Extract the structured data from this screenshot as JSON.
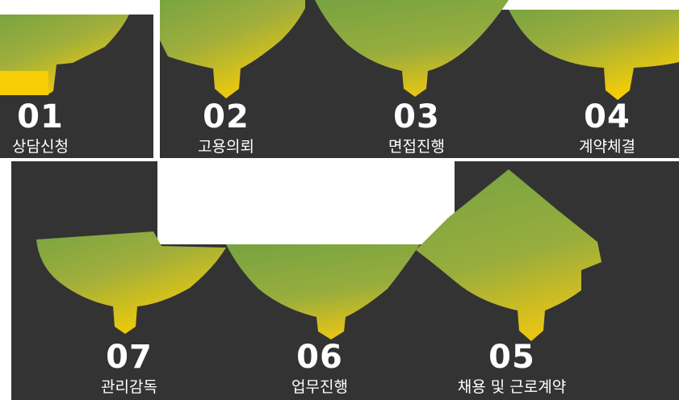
{
  "diagram": {
    "type": "process-steps",
    "background_color": "#333333",
    "leaf_colors": {
      "green": "#79a441",
      "olive": "#9fae3c",
      "yellow": "#f7cd05"
    },
    "text_color": "#ffffff",
    "steps": [
      {
        "number": "01",
        "label": "상담신청"
      },
      {
        "number": "02",
        "label": "고용의뢰"
      },
      {
        "number": "03",
        "label": "면접진행"
      },
      {
        "number": "04",
        "label": "계약체결"
      },
      {
        "number": "05",
        "label": "채용 및 근로계약"
      },
      {
        "number": "06",
        "label": "업무진행"
      },
      {
        "number": "07",
        "label": "관리감독"
      }
    ]
  }
}
